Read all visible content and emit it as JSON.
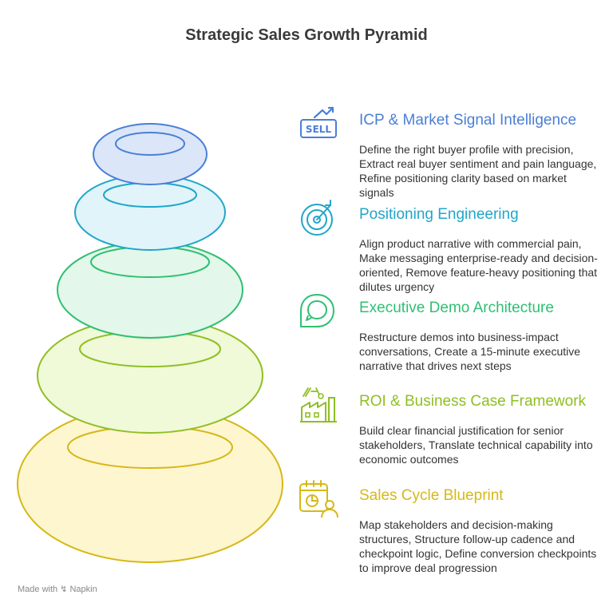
{
  "title": "Strategic Sales Growth Pyramid",
  "tiers": [
    {
      "heading": "ICP & Market Signal Intelligence",
      "description": "Define the right buyer profile with precision, Extract real buyer sentiment and pain language, Refine positioning clarity based on market signals",
      "icon": "sell-trend-icon",
      "color": "#4a7fd6",
      "fill": "#dbe6f8"
    },
    {
      "heading": "Positioning Engineering",
      "description": "Align product narrative with commercial pain, Make messaging enterprise-ready and decision-oriented, Remove feature-heavy positioning that dilutes urgency",
      "icon": "target-icon",
      "color": "#20a6c9",
      "fill": "#e0f4fa"
    },
    {
      "heading": "Executive Demo Architecture",
      "description": "Restructure demos into business-impact conversations, Create a 15-minute executive narrative that drives next steps",
      "icon": "chat-bubble-icon",
      "color": "#2fbf73",
      "fill": "#e3f7ea"
    },
    {
      "heading": "ROI & Business Case Framework",
      "description": "Build clear financial justification for senior stakeholders, Translate technical capability into economic outcomes",
      "icon": "factory-icon",
      "color": "#8fbf24",
      "fill": "#f0f9d8"
    },
    {
      "heading": "Sales Cycle Blueprint",
      "description": "Map stakeholders and decision-making structures, Structure follow-up cadence and checkpoint logic, Define conversion checkpoints to improve deal progression",
      "icon": "calendar-user-icon",
      "color": "#d6b818",
      "fill": "#fdf6cf"
    }
  ],
  "footer": {
    "made_with": "Made with",
    "brand": "Napkin"
  }
}
